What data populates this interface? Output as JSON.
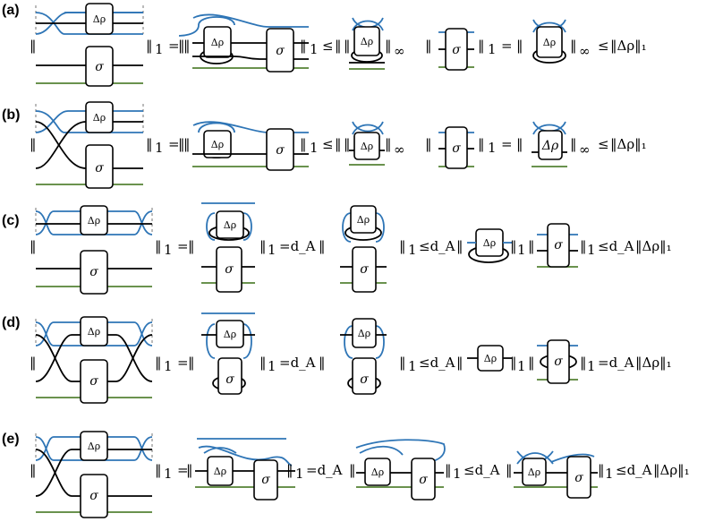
{
  "panels": [
    {
      "label": "(a)",
      "ops": [
        "=",
        "≤",
        "=",
        "≤"
      ],
      "subs": [
        "1",
        "1",
        "∞",
        "1",
        "∞"
      ],
      "final": "‖Δρ‖₁"
    },
    {
      "label": "(b)",
      "ops": [
        "=",
        "≤",
        "=",
        "≤"
      ],
      "subs": [
        "1",
        "1",
        "∞",
        "1",
        "∞"
      ],
      "final": "‖Δρ‖₁"
    },
    {
      "label": "(c)",
      "ops": [
        "=",
        "=d_A",
        "≤d_A",
        "≤d_A"
      ],
      "subs": [
        "1",
        "1",
        "1",
        "1",
        "1"
      ],
      "final": "‖Δρ‖₁"
    },
    {
      "label": "(d)",
      "ops": [
        "=",
        "=d_A",
        "≤d_A",
        "=d_A"
      ],
      "subs": [
        "1",
        "1",
        "1",
        "1",
        "1"
      ],
      "final": "‖Δρ‖₁"
    },
    {
      "label": "(e)",
      "ops": [
        "=",
        "=d_A",
        "≤d_A",
        "≤d_A"
      ],
      "subs": [
        "1",
        "1",
        "1",
        "1"
      ],
      "final": "‖Δρ‖₁"
    }
  ],
  "symbols": {
    "delta_rho": "Δρ",
    "sigma": "σ",
    "d_A": "d_A",
    "infinity": "∞"
  },
  "colors": {
    "wire": "#000000",
    "blue_wire": "#2e75b6",
    "green_wire": "#548235",
    "dashed": "#aaaaaa"
  }
}
